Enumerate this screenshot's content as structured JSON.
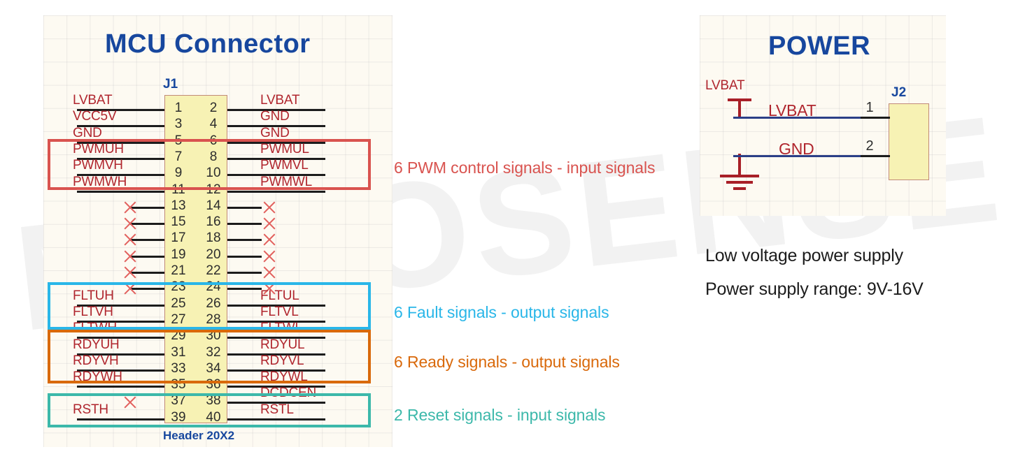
{
  "watermark": {
    "text": "NOVOSENSE"
  },
  "colors": {
    "title_blue": "#17479e",
    "net_red": "#b0262e",
    "body_yellow": "#f7f2b4",
    "body_border": "#c18a78",
    "wire_black": "#1c1c1c",
    "wire_blue": "#2b3f87",
    "pwm_red": "#d9534f",
    "fault_cyan": "#29b6e8",
    "ready_orange": "#d9690b",
    "reset_teal": "#3cb8aa",
    "xmark_red": "#e2615e",
    "canvas_bg": "#fdfaf2"
  },
  "mcu": {
    "title": "MCU   Connector",
    "refdes": "J1",
    "footprint": "Header 20X2",
    "rows": [
      {
        "left_label": "LVBAT",
        "left_wire": true,
        "left_x": false,
        "pin_odd": "1",
        "pin_even": "2",
        "right_label": "LVBAT",
        "right_wire": true,
        "right_x": false
      },
      {
        "left_label": "VCC5V",
        "left_wire": true,
        "left_x": false,
        "pin_odd": "3",
        "pin_even": "4",
        "right_label": "GND",
        "right_wire": true,
        "right_x": false
      },
      {
        "left_label": "GND",
        "left_wire": true,
        "left_x": false,
        "pin_odd": "5",
        "pin_even": "6",
        "right_label": "GND",
        "right_wire": true,
        "right_x": false
      },
      {
        "left_label": "PWMUH",
        "left_wire": true,
        "left_x": false,
        "pin_odd": "7",
        "pin_even": "8",
        "right_label": "PWMUL",
        "right_wire": true,
        "right_x": false
      },
      {
        "left_label": "PWMVH",
        "left_wire": true,
        "left_x": false,
        "pin_odd": "9",
        "pin_even": "10",
        "right_label": "PWMVL",
        "right_wire": true,
        "right_x": false
      },
      {
        "left_label": "PWMWH",
        "left_wire": true,
        "left_x": false,
        "pin_odd": "11",
        "pin_even": "12",
        "right_label": "PWMWL",
        "right_wire": true,
        "right_x": false
      },
      {
        "left_label": "",
        "left_wire": true,
        "left_x": true,
        "pin_odd": "13",
        "pin_even": "14",
        "right_label": "",
        "right_wire": true,
        "right_x": true
      },
      {
        "left_label": "",
        "left_wire": true,
        "left_x": true,
        "pin_odd": "15",
        "pin_even": "16",
        "right_label": "",
        "right_wire": true,
        "right_x": true
      },
      {
        "left_label": "",
        "left_wire": true,
        "left_x": true,
        "pin_odd": "17",
        "pin_even": "18",
        "right_label": "",
        "right_wire": true,
        "right_x": true
      },
      {
        "left_label": "",
        "left_wire": true,
        "left_x": true,
        "pin_odd": "19",
        "pin_even": "20",
        "right_label": "",
        "right_wire": true,
        "right_x": true
      },
      {
        "left_label": "",
        "left_wire": true,
        "left_x": true,
        "pin_odd": "21",
        "pin_even": "22",
        "right_label": "",
        "right_wire": true,
        "right_x": true
      },
      {
        "left_label": "",
        "left_wire": true,
        "left_x": true,
        "pin_odd": "23",
        "pin_even": "24",
        "right_label": "",
        "right_wire": true,
        "right_x": true
      },
      {
        "left_label": "FLTUH",
        "left_wire": true,
        "left_x": false,
        "pin_odd": "25",
        "pin_even": "26",
        "right_label": "FLTUL",
        "right_wire": true,
        "right_x": false
      },
      {
        "left_label": "FLTVH",
        "left_wire": true,
        "left_x": false,
        "pin_odd": "27",
        "pin_even": "28",
        "right_label": "FLTVL",
        "right_wire": true,
        "right_x": false
      },
      {
        "left_label": "FLTWH",
        "left_wire": true,
        "left_x": false,
        "pin_odd": "29",
        "pin_even": "30",
        "right_label": "FLTWL",
        "right_wire": true,
        "right_x": false
      },
      {
        "left_label": "RDYUH",
        "left_wire": true,
        "left_x": false,
        "pin_odd": "31",
        "pin_even": "32",
        "right_label": "RDYUL",
        "right_wire": true,
        "right_x": false
      },
      {
        "left_label": "RDYVH",
        "left_wire": true,
        "left_x": false,
        "pin_odd": "33",
        "pin_even": "34",
        "right_label": "RDYVL",
        "right_wire": true,
        "right_x": false
      },
      {
        "left_label": "RDYWH",
        "left_wire": true,
        "left_x": false,
        "pin_odd": "35",
        "pin_even": "36",
        "right_label": "RDYWL",
        "right_wire": true,
        "right_x": false
      },
      {
        "left_label": "",
        "left_wire": false,
        "left_x": true,
        "pin_odd": "37",
        "pin_even": "38",
        "right_label": "DCDCEN",
        "right_wire": true,
        "right_x": false
      },
      {
        "left_label": "RSTH",
        "left_wire": true,
        "left_x": false,
        "pin_odd": "39",
        "pin_even": "40",
        "right_label": "RSTL",
        "right_wire": true,
        "right_x": false
      }
    ]
  },
  "highlights": [
    {
      "id": "pwm",
      "color": "#d9534f",
      "note": "6 PWM control signals - input signals"
    },
    {
      "id": "fault",
      "color": "#29b6e8",
      "note": "6 Fault signals - output signals"
    },
    {
      "id": "ready",
      "color": "#d9690b",
      "note": "6 Ready signals - output signals"
    },
    {
      "id": "reset",
      "color": "#3cb8aa",
      "note": "2 Reset signals - input signals"
    }
  ],
  "power": {
    "title": "POWER",
    "refdes": "J2",
    "supply_symbol_label": "LVBAT",
    "rows": [
      {
        "net": "LVBAT",
        "pin": "1"
      },
      {
        "net": "GND",
        "pin": "2"
      }
    ],
    "notes": [
      "Low voltage power supply",
      "Power supply range: 9V-16V"
    ]
  }
}
